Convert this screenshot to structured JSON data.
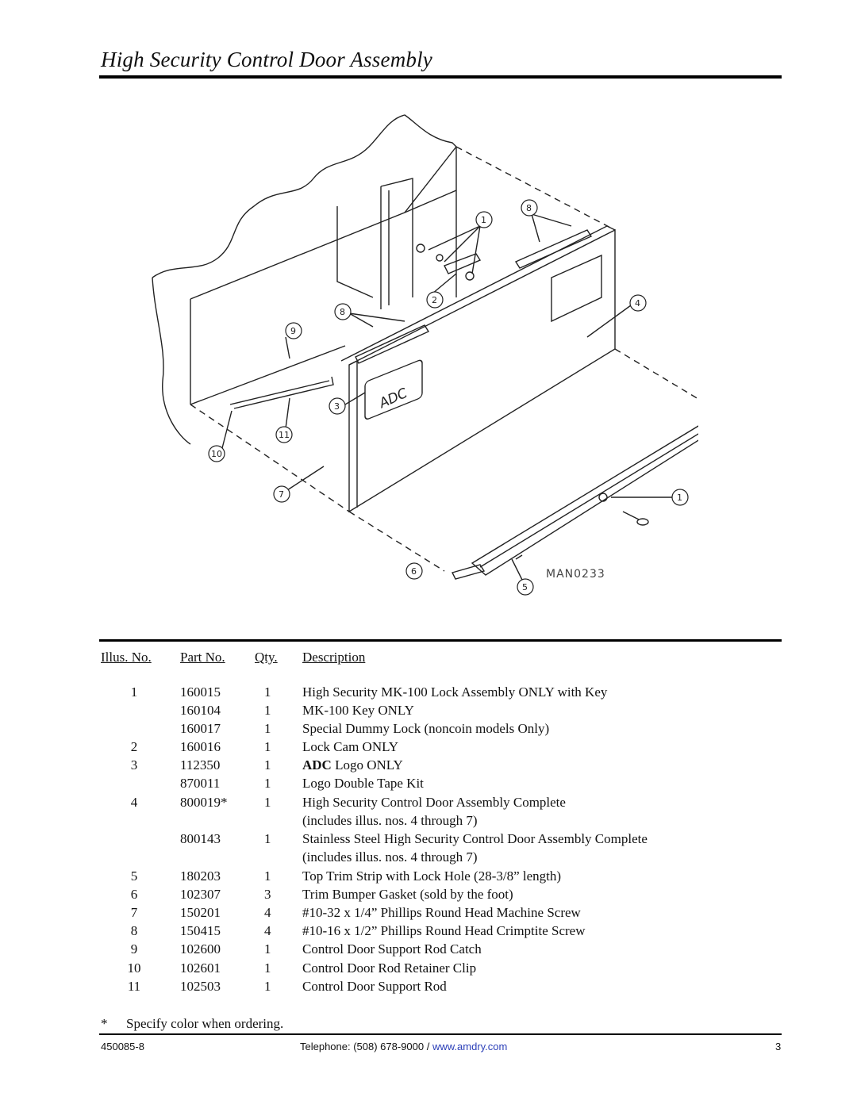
{
  "page": {
    "title": "High Security Control Door Assembly"
  },
  "diagram": {
    "callouts": [
      "1",
      "8",
      "2",
      "4",
      "9",
      "8",
      "3",
      "11",
      "10",
      "7",
      "1",
      "6",
      "5"
    ],
    "drawing_id": "MAN0233",
    "logo_text": "ADC"
  },
  "table": {
    "headers": {
      "illus": "Illus. No.",
      "part": "Part No.",
      "qty": "Qty.",
      "desc": "Description"
    },
    "rows": [
      {
        "illus": "1",
        "part": "160015",
        "qty": "1",
        "desc": "High Security MK-100 Lock Assembly ONLY with Key"
      },
      {
        "illus": "",
        "part": "160104",
        "qty": "1",
        "desc": "MK-100 Key ONLY"
      },
      {
        "illus": "",
        "part": "160017",
        "qty": "1",
        "desc": "Special Dummy Lock (noncoin models Only)"
      },
      {
        "illus": "2",
        "part": "160016",
        "qty": "1",
        "desc": "Lock Cam ONLY"
      },
      {
        "illus": "3",
        "part": "112350",
        "qty": "1",
        "desc_brand": "ADC",
        "desc": " Logo ONLY"
      },
      {
        "illus": "",
        "part": "870011",
        "qty": "1",
        "desc": "Logo Double Tape Kit"
      },
      {
        "illus": "4",
        "part": "800019*",
        "qty": "1",
        "desc": "High Security Control Door Assembly Complete"
      },
      {
        "illus": "",
        "part": "",
        "qty": "",
        "desc": "(includes illus. nos. 4 through 7)"
      },
      {
        "illus": "",
        "part": "800143",
        "qty": "1",
        "desc": "Stainless Steel High Security Control Door Assembly Complete"
      },
      {
        "illus": "",
        "part": "",
        "qty": "",
        "desc": "(includes illus. nos. 4 through 7)"
      },
      {
        "illus": "5",
        "part": "180203",
        "qty": "1",
        "desc": "Top Trim Strip with Lock Hole (28-3/8” length)"
      },
      {
        "illus": "6",
        "part": "102307",
        "qty": "3",
        "desc": "Trim Bumper Gasket (sold by the foot)"
      },
      {
        "illus": "7",
        "part": "150201",
        "qty": "4",
        "desc": "#10-32 x 1/4” Phillips Round Head Machine Screw"
      },
      {
        "illus": "8",
        "part": "150415",
        "qty": "4",
        "desc": "#10-16 x 1/2” Phillips Round Head Crimptite Screw"
      },
      {
        "illus": "9",
        "part": "102600",
        "qty": "1",
        "desc": "Control Door Support Rod Catch"
      },
      {
        "illus": "10",
        "part": "102601",
        "qty": "1",
        "desc": "Control Door Rod Retainer Clip"
      },
      {
        "illus": "11",
        "part": "102503",
        "qty": "1",
        "desc": "Control Door Support Rod"
      }
    ]
  },
  "footnote": {
    "symbol": "*",
    "text": "Specify color when ordering."
  },
  "footer": {
    "doc_number": "450085-8",
    "telephone": "Telephone: (508) 678-9000 / ",
    "website": "www.amdry.com",
    "page_number": "3"
  }
}
